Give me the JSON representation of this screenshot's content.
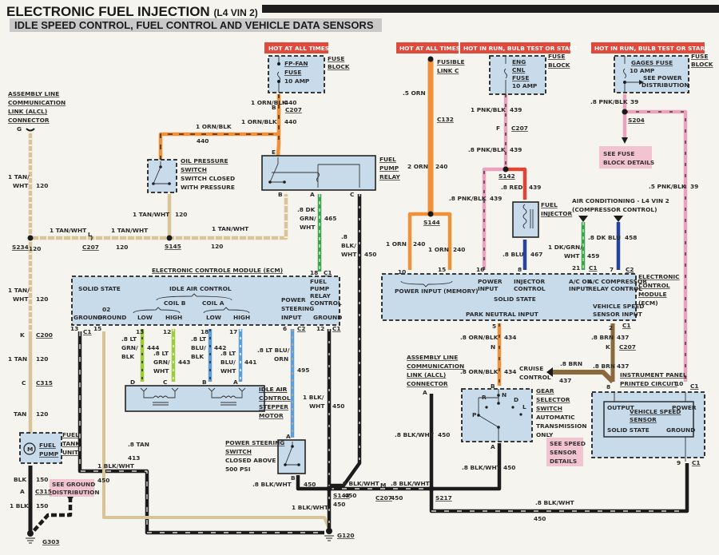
{
  "header": {
    "title": "ELECTRONIC FUEL INJECTION",
    "title_suffix": "(L4 VIN 2)",
    "subtitle": "IDLE SPEED CONTROL, FUEL CONTROL AND VEHICLE DATA SENSORS"
  },
  "colors": {
    "tan": "#d9c49a",
    "orange": "#f0913a",
    "pink": "#e9a3bf",
    "red": "#e04434",
    "black": "#1c1c1c",
    "green": "#3aa357",
    "lightgreen": "#9ccc3c",
    "blue": "#26449e",
    "lightblue": "#5c9edb",
    "brown": "#8a6a3a",
    "component_fill": "#c8dbeb",
    "hot_banner": "#e04a3c",
    "note_bg": "#f2c4d2"
  },
  "power_banners": {
    "fp_fan": "HOT AT ALL TIMES",
    "fusible": "HOT AT ALL TIMES",
    "eng_cnl": "HOT IN RUN, BULB TEST OR START",
    "gages": "HOT IN RUN, BULB TEST OR START"
  },
  "fuses": {
    "fp_fan": {
      "name_1": "FP-FAN",
      "name_2": "FUSE",
      "rating": "10 AMP"
    },
    "eng_cnl": {
      "name_1": "ENG",
      "name_2": "CNL",
      "name_3": "FUSE",
      "rating": "10 AMP"
    },
    "gages": {
      "name": "GAGES FUSE",
      "rating": "10 AMP",
      "ref_1": "SEE POWER",
      "ref_2": "DISTRIBUTION"
    },
    "block_1": "FUSE",
    "block_2": "BLOCK",
    "fusible_1": "FUSIBLE",
    "fusible_2": "LINK C"
  },
  "components": {
    "alcl_top": [
      "ASSEMBLY LINE",
      "COMMUNICATION",
      "LINK (ALCL)",
      "CONNECTOR"
    ],
    "alcl_bottom": [
      "ASSEMBLY LINE",
      "COMMUNICATION",
      "LINK (ALCL)",
      "CONNECTOR"
    ],
    "oil_switch": [
      "OIL PRESSURE",
      "SWITCH",
      "SWITCH CLOSED",
      "WITH PRESSURE"
    ],
    "fuel_pump_relay": [
      "FUEL",
      "PUMP",
      "RELAY"
    ],
    "ecm_title": "ELECTRONIC CONTROLE MODULE",
    "ecm_abbr": "(ECM)",
    "ecm_left": {
      "solid_state": "SOLID STATE",
      "iac": "IDLE AIR CONTROL",
      "coil_b": "COIL B",
      "coil_a": "COIL A",
      "o2": "02",
      "ground": "GROUND",
      "ground2": "GROUND",
      "low_b": "LOW",
      "high_b": "HIGH",
      "low_a": "LOW",
      "high_a": "HIGH",
      "ps_input": [
        "POWER",
        "STEERING",
        "INPUT"
      ],
      "fp_relay_ctrl": [
        "FUEL",
        "PUMP",
        "RELAY",
        "CONTROL"
      ],
      "ground_r": "GROUND"
    },
    "ecm_right": {
      "power_input_memory": "POWER INPUT (MEMORY)",
      "power_input": [
        "POWER",
        "INPUT"
      ],
      "injector_control": [
        "INJECTOR",
        "CONTROL"
      ],
      "ac_on": [
        "A/C ON",
        "INPUT"
      ],
      "ac_comp": [
        "A/C COMPRESSOR",
        "RELAY CONTROL"
      ],
      "solid_state": "SOLID STATE",
      "park_neutral": "PARK NEUTRAL INPUT",
      "vss_input": [
        "VEHICLE SPEED",
        "SENSOR INPUT"
      ],
      "title": [
        "ELECTRONIC",
        "CONTROL",
        "MODULE",
        "(ECM)"
      ]
    },
    "fuel_injector": [
      "FUEL",
      "INJECTOR"
    ],
    "ac_note": [
      "AIR CONDITIONING - L4 VIN 2",
      "(COMPRESSOR CONTROL)"
    ],
    "iac_motor": [
      "IDLE AIR",
      "CONTROL",
      "STEPPER",
      "MOTOR"
    ],
    "ps_switch": [
      "POWER STEERING",
      "SWITCH",
      "CLOSED ABOVE",
      "500 PSI"
    ],
    "gear_selector": [
      "GEAR",
      "SELECTOR",
      "SWITCH",
      "AUTOMATIC",
      "TRANSMISSION",
      "ONLY"
    ],
    "gear_positions": [
      "P",
      "R",
      "N",
      "D",
      "L"
    ],
    "cruise": [
      "CRUISE",
      "CONTROL"
    ],
    "ip_circuit": [
      "INSTRUMENT PANEL",
      "PRINTED CIRCUIT"
    ],
    "vss": {
      "output": "OUTPUT",
      "power": "POWER",
      "name_1": "VEHICLE SPEED",
      "name_2": "SENSOR",
      "solid_state": "SOLID STATE",
      "ground": "GROUND"
    },
    "fuel_pump": [
      "FUEL",
      "PUMP"
    ],
    "fuel_tank_unit": [
      "FUEL",
      "TANK",
      "UNIT"
    ],
    "motor_symbol": "M"
  },
  "notes": {
    "fuse_block_details": [
      "SEE FUSE",
      "BLOCK DETAILS"
    ],
    "speed_sensor_details": [
      "SEE SPEED",
      "SENSOR",
      "DETAILS"
    ],
    "ground_distribution": [
      "SEE GROUND",
      "DISTRIBUTION"
    ]
  },
  "wire_labels": {
    "orn_blk_1": "1 ORN/BLK",
    "c440a": "440",
    "orn_blk_2": "1 ORN/BLK",
    "c440b": "440",
    "orn_blk_3": "1 ORN/BLK",
    "c440c": "440",
    "tan_wht_v1": [
      "1 TAN/",
      "WHT"
    ],
    "c120_v1": "120",
    "tan_wht_h1": "1 TAN/WHT",
    "tan_wht_h2": "1 TAN/WHT",
    "tan_wht_h3": "1 TAN/WHT",
    "tan_wht_oil": "1 TAN/WHT",
    "c120_oil": "120",
    "c120_h1": "120",
    "c120_h2": "120",
    "c120_h3": "120",
    "tan_wht_v2": [
      "1 TAN/",
      "WHT"
    ],
    "c120_v2": "120",
    "tan_1": "1 TAN",
    "c120_v3": "120",
    "tan_2": "TAN",
    "c120_v4": "120",
    "dkgrn_465": [
      ".8 DK",
      "GRN/",
      "WHT"
    ],
    "c465": "465",
    "blk_wht_450a": [
      ".8",
      "BLK/",
      "WHT"
    ],
    "c450a": "450",
    "orn_05": ".5 ORN",
    "orn_2": "2 ORN",
    "c240a": "240",
    "orn_1a": "1 ORN",
    "c240b": "240",
    "orn_1b": "1 ORN",
    "c240c": "240",
    "pnk_blk_1": "1 PNK/BLK",
    "c439a": "439",
    "pnk_blk_2": ".8 PNK/BLK",
    "c439b": "439",
    "pnk_blk_3": ".8 PNK/BLK",
    "c439c": "439",
    "red_08": ".8 RED",
    "c439d": "439",
    "blu_08": ".8 BLU",
    "c467": "467",
    "dkgrn_459": [
      "1 DK/GRN/",
      "WHT"
    ],
    "c459": "459",
    "dkblu_458": ".8 DK BLU",
    "c458": "458",
    "pnk_blk_gages": ".8 PNK/BLK",
    "c39a": "39",
    "pnk_blk_05": ".5 PNK/BLK",
    "c39b": "39",
    "ltgrn_blk": [
      ".8 LT",
      "GRN/",
      "BLK"
    ],
    "c444": "444",
    "ltgrn_wht": [
      ".8 LT",
      "GRN/",
      "WHT"
    ],
    "c443": "443",
    "ltblu_blk": [
      ".8 LT",
      "BLU/",
      "BLK"
    ],
    "c442": "442",
    "ltblu_wht": [
      ".8 LT",
      "BLU/",
      "WHT"
    ],
    "c441": "441",
    "ltblu_orn": [
      ".8 LT BLU/",
      "ORN"
    ],
    "c495": "495",
    "blk_wht_1": [
      "1 BLK/",
      "WHT"
    ],
    "c450b": "450",
    "tan_08": ".8 TAN",
    "c413": "413",
    "blk_wht_left": "1 BLK/WHT",
    "c450_left": "450",
    "blk_150a": "BLK",
    "c150a": "150",
    "blk_150b": "1 BLK",
    "c150b": "150",
    "blk_wht_ps": ".8 BLK/WHT",
    "c450_ps": "450",
    "blk_wht_g120": "1 BLK/WHT",
    "c450_g120": "450",
    "blk_wht_m": ".8 BLK/WHT",
    "blk_wht_m2": ".8 BLK/WHT",
    "c450_s143": "450",
    "c450_c207": "450",
    "orn_blk_434a": ".8 ORN/BLK",
    "c434a": "434",
    "orn_blk_434b": ".8 ORN/BLK",
    "c434b": "434",
    "brn_437a": ".8 BRN",
    "c437a": "437",
    "brn_437b": ".8 BRN",
    "c437b": "437",
    "brn_437c": ".8 BRN",
    "c437c": "437",
    "blk_wht_alcl": ".8 BLK/WHT",
    "c450_alcl": "450",
    "blk_wht_gear": ".8 BLK/WHT",
    "c450_gear": "450",
    "blk_wht_s217": ".8 BLK/WHT",
    "c450_s217": "450",
    "blk_wht_bottom": ".8 BLK/WHT",
    "c450_bottom": "450"
  },
  "connectors": {
    "c207": "C207",
    "c132": "C132",
    "c200": "C200",
    "c315": "C315",
    "c1": "C1",
    "c2": "C2",
    "s234": "S234",
    "s145": "S145",
    "s144": "S144",
    "s142": "S142",
    "s204": "S204",
    "s143": "S143",
    "s217": "S217",
    "g120": "G120",
    "g303": "G303"
  },
  "pins": {
    "b": "B",
    "e": "E",
    "g": "G",
    "l": "L",
    "a": "A",
    "c": "C",
    "f": "F",
    "k": "K",
    "m": "M",
    "n": "N",
    "d": "D",
    "p10": "10",
    "p15": "15",
    "p16": "16",
    "p8": "8",
    "p21": "21",
    "p7": "7",
    "p18": "18",
    "p13": "13",
    "p12": "12",
    "p17": "17",
    "p6": "6",
    "p5": "5",
    "p2": "2",
    "p9": "9"
  }
}
